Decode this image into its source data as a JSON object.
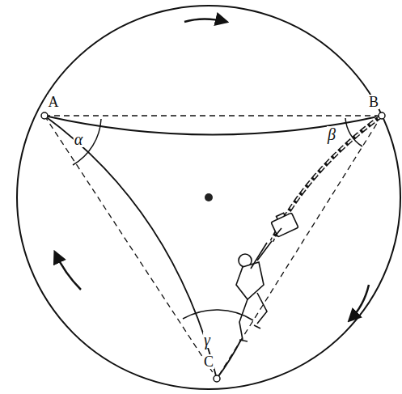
{
  "diagram": {
    "labels": [
      "A",
      "B",
      "C",
      "α",
      "β",
      "γ"
    ]
  }
}
